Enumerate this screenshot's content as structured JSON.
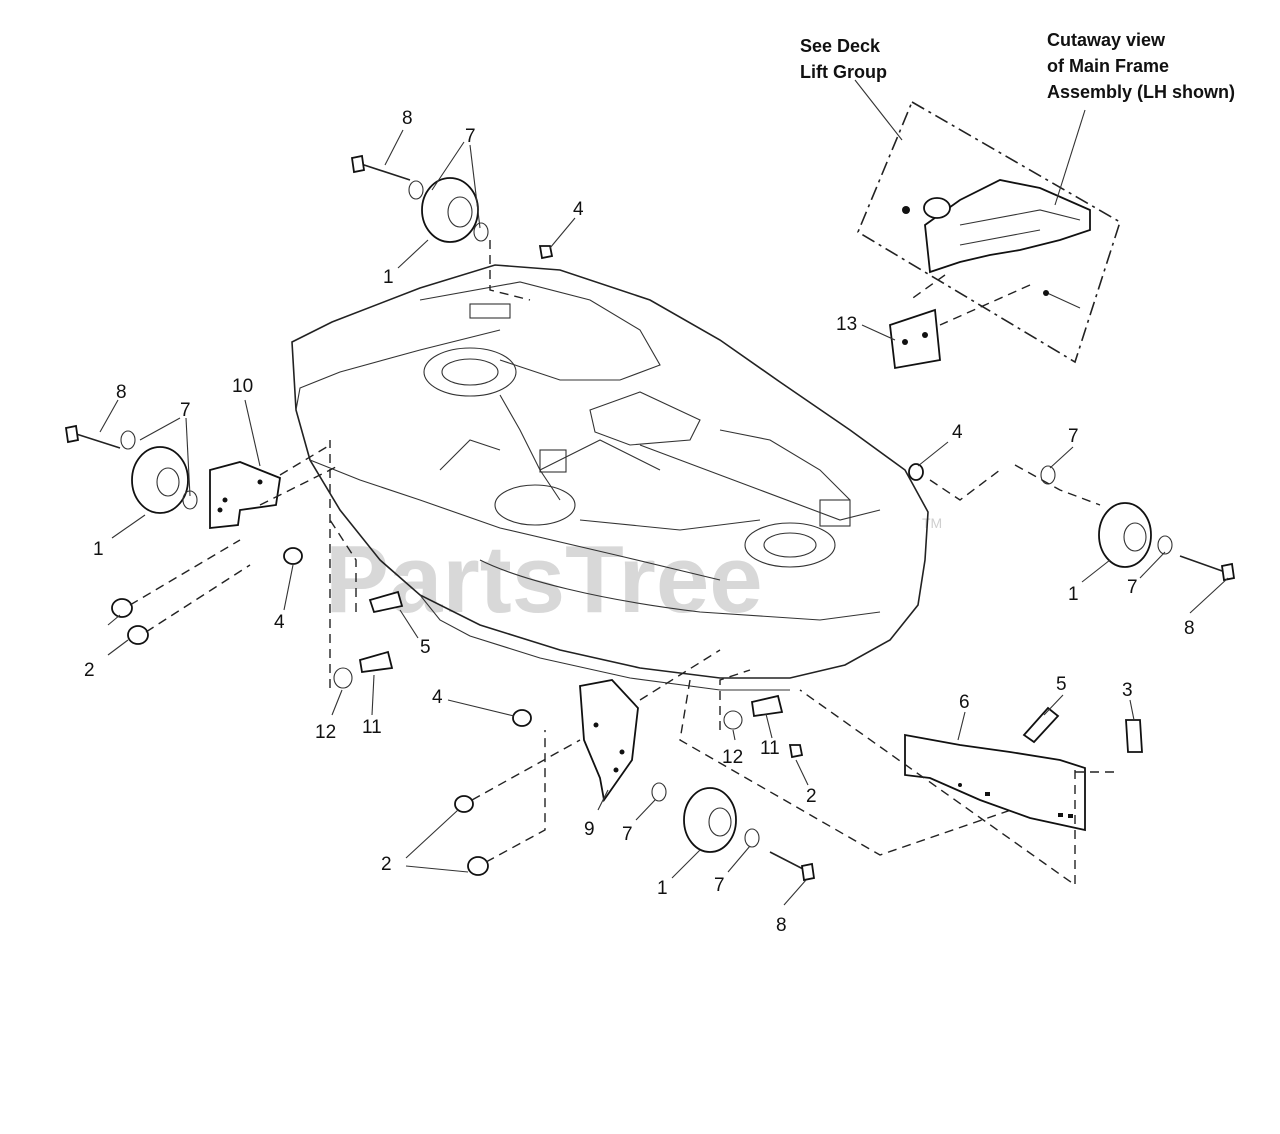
{
  "notes": {
    "deck_lift_line1": "See Deck",
    "deck_lift_line2": "Lift Group",
    "cutaway_line1": "Cutaway view",
    "cutaway_line2": "of Main Frame",
    "cutaway_line3": "Assembly (LH shown)"
  },
  "watermark": {
    "text": "PartsTree",
    "trademark": "TM"
  },
  "callouts": {
    "c8_top": "8",
    "c7_top": "7",
    "c4_top": "4",
    "c1_top": "1",
    "c8_left": "8",
    "c7_left": "7",
    "c10": "10",
    "c1_left": "1",
    "c4_left": "4",
    "c2_left": "2",
    "c5_left": "5",
    "c12_left": "12",
    "c11_left": "11",
    "c13": "13",
    "c4_right": "4",
    "c7_right_top": "7",
    "c1_right": "1",
    "c7_right": "7",
    "c8_right": "8",
    "c4_bottom": "4",
    "c9": "9",
    "c7_bottom_a": "7",
    "c1_bottom": "1",
    "c7_bottom_b": "7",
    "c8_bottom": "8",
    "c2_bottom": "2",
    "c12_bottom": "12",
    "c11_bottom": "11",
    "c2_mid": "2",
    "c6": "6",
    "c5_right": "5",
    "c3": "3"
  }
}
